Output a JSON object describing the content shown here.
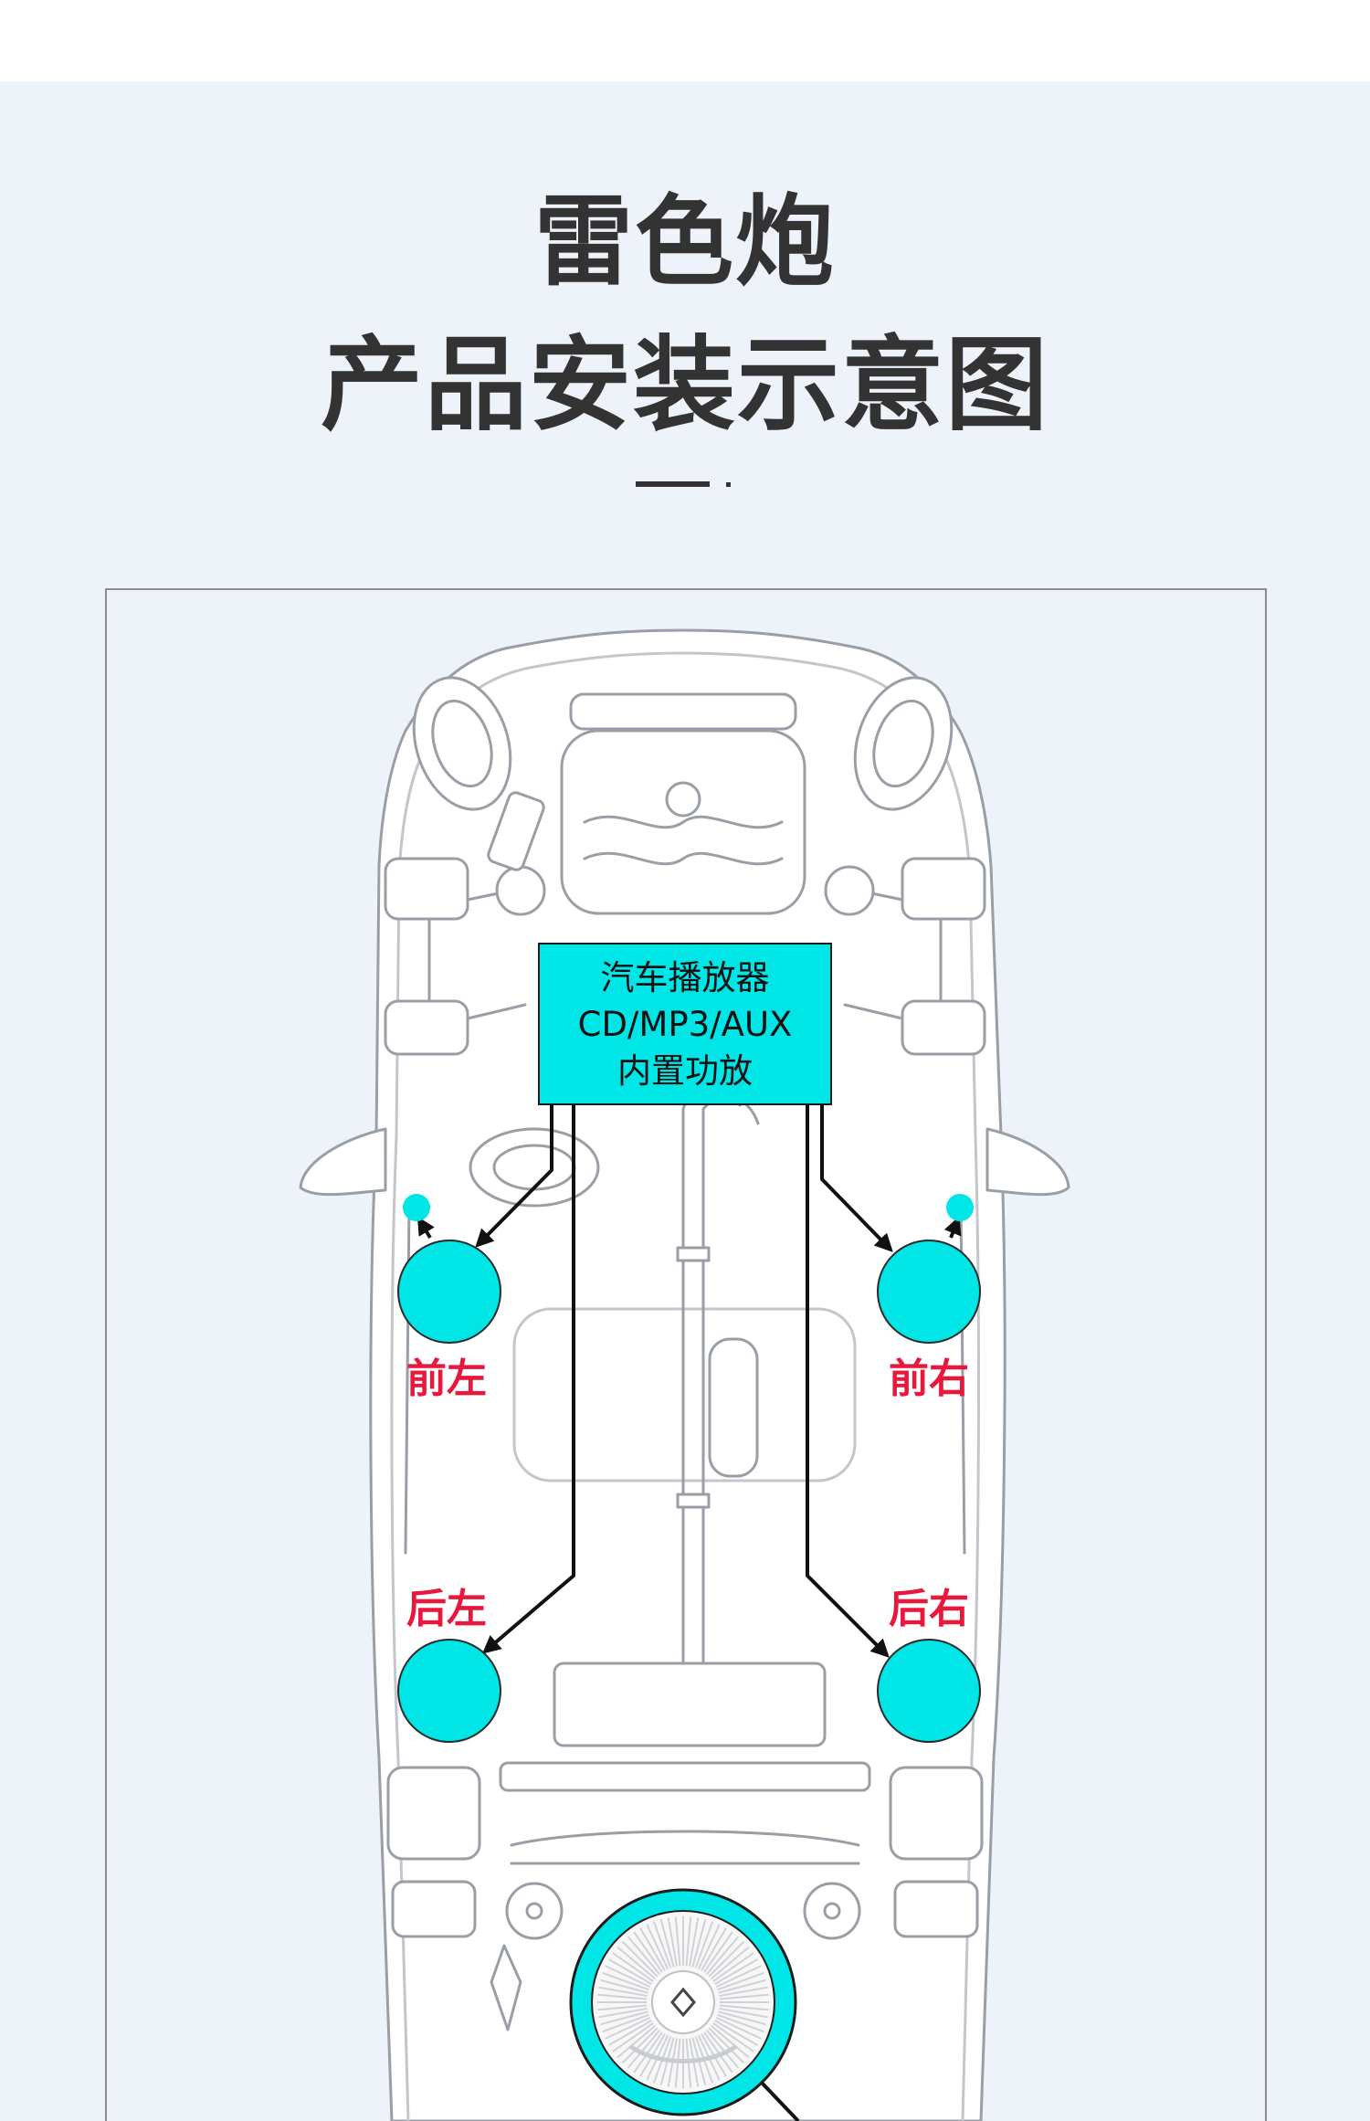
{
  "title": {
    "line1": "雷色炮",
    "line2": "产品安装示意图"
  },
  "diagram": {
    "player_box": {
      "line1": "汽车播放器",
      "line2": "CD/MP3/AUX",
      "line3": "内置功放"
    },
    "speaker_labels": {
      "front_left": "前左",
      "front_right": "前右",
      "rear_left": "后左",
      "rear_right": "后右"
    },
    "colors": {
      "speaker": "#00e6e6",
      "label": "#e8183c",
      "wire": "#111111",
      "car_line": "#9a9ea6",
      "title": "#333333"
    }
  }
}
